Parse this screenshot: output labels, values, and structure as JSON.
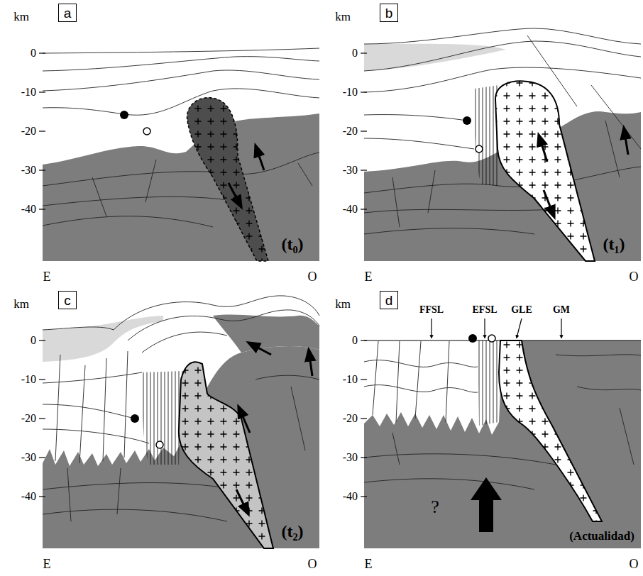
{
  "diagram": {
    "nodes": [
      {
        "text": [
          "a"
        ]
      },
      {
        "text": [
          "b"
        ]
      },
      {
        "text": [
          "c"
        ]
      },
      {
        "text": [
          "d"
        ]
      }
    ],
    "labels": [
      "km",
      "0",
      "-10",
      "-20",
      "-30",
      "-40",
      "E",
      "O",
      "(t₀)",
      "km",
      "0",
      "-10",
      "-20",
      "-30",
      "-40",
      "E",
      "O",
      "(t₁)",
      "km",
      "0",
      "-10",
      "-20",
      "-30",
      "-40",
      "E",
      "O",
      "(t₂)",
      "km",
      "0",
      "-10",
      "-20",
      "-30",
      "-40",
      "E",
      "O",
      "(Actualidad)",
      "FFSL",
      "EFSL",
      "GLE",
      "GM",
      "?"
    ]
  }
}
